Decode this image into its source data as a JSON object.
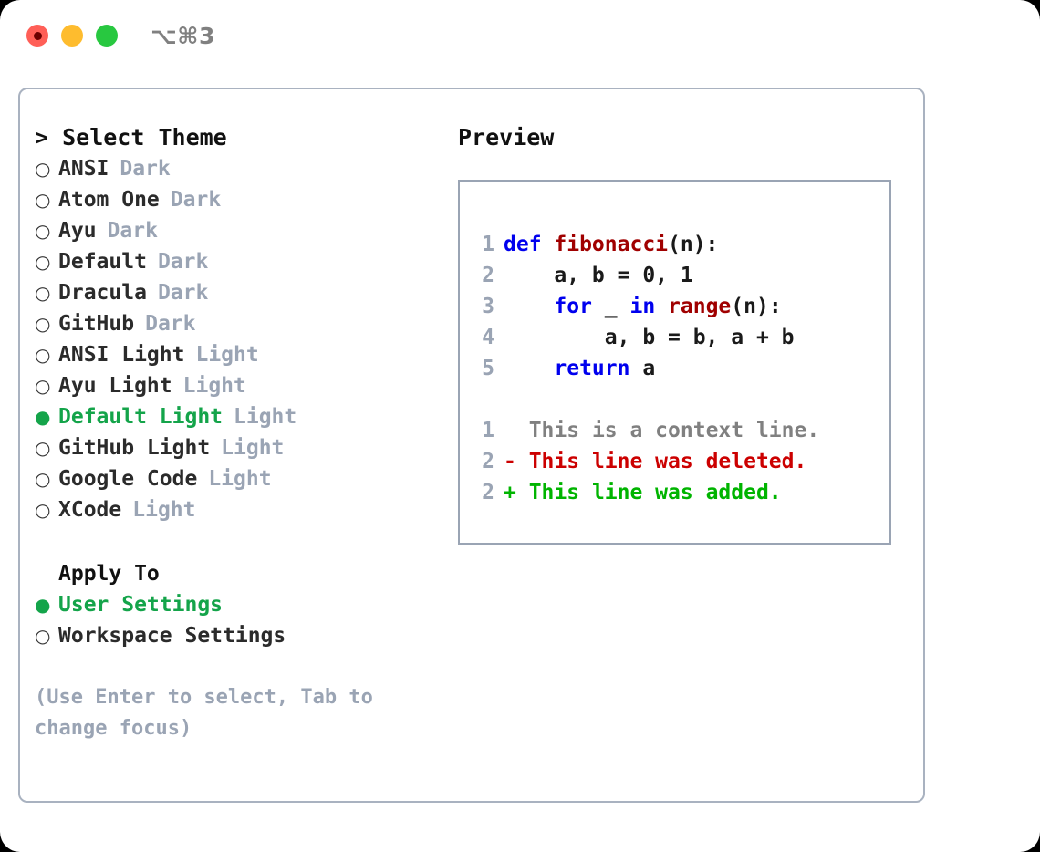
{
  "titlebar": {
    "shortcut": "⌥⌘3",
    "buttons": [
      {
        "name": "close",
        "color": "#ff5f57"
      },
      {
        "name": "minimize",
        "color": "#febc2e"
      },
      {
        "name": "maximize",
        "color": "#28c840"
      }
    ]
  },
  "theme_panel": {
    "header": "> Select Theme",
    "items": [
      {
        "marker": "○",
        "name": "ANSI",
        "tag": "Dark",
        "selected": false
      },
      {
        "marker": "○",
        "name": "Atom One",
        "tag": "Dark",
        "selected": false
      },
      {
        "marker": "○",
        "name": "Ayu",
        "tag": "Dark",
        "selected": false
      },
      {
        "marker": "○",
        "name": "Default",
        "tag": "Dark",
        "selected": false
      },
      {
        "marker": "○",
        "name": "Dracula",
        "tag": "Dark",
        "selected": false
      },
      {
        "marker": "○",
        "name": "GitHub",
        "tag": "Dark",
        "selected": false
      },
      {
        "marker": "○",
        "name": "ANSI Light",
        "tag": "Light",
        "selected": false
      },
      {
        "marker": "○",
        "name": "Ayu Light",
        "tag": "Light",
        "selected": false
      },
      {
        "marker": "●",
        "name": "Default Light",
        "tag": "Light",
        "selected": true
      },
      {
        "marker": "○",
        "name": "GitHub Light",
        "tag": "Light",
        "selected": false
      },
      {
        "marker": "○",
        "name": "Google Code",
        "tag": "Light",
        "selected": false
      },
      {
        "marker": "○",
        "name": "XCode",
        "tag": "Light",
        "selected": false
      }
    ]
  },
  "apply_to": {
    "title": "Apply To",
    "items": [
      {
        "marker": "●",
        "name": "User Settings",
        "selected": true
      },
      {
        "marker": "○",
        "name": "Workspace Settings",
        "selected": false
      }
    ]
  },
  "hint": "(Use Enter to select, Tab to\nchange focus)",
  "preview": {
    "title": "Preview",
    "code_lines": [
      {
        "num": "1",
        "segments": [
          {
            "t": "def ",
            "c": "kw"
          },
          {
            "t": "fibonacci",
            "c": "fn"
          },
          {
            "t": "(n):",
            "c": "pl"
          }
        ]
      },
      {
        "num": "2",
        "segments": [
          {
            "t": "    a, b = 0, 1",
            "c": "pl"
          }
        ]
      },
      {
        "num": "3",
        "segments": [
          {
            "t": "    ",
            "c": "pl"
          },
          {
            "t": "for",
            "c": "kw"
          },
          {
            "t": " _ ",
            "c": "pl"
          },
          {
            "t": "in",
            "c": "kw"
          },
          {
            "t": " ",
            "c": "pl"
          },
          {
            "t": "range",
            "c": "fn"
          },
          {
            "t": "(n):",
            "c": "pl"
          }
        ]
      },
      {
        "num": "4",
        "segments": [
          {
            "t": "        a, b = b, a + b",
            "c": "pl"
          }
        ]
      },
      {
        "num": "5",
        "segments": [
          {
            "t": "    ",
            "c": "pl"
          },
          {
            "t": "return",
            "c": "kw"
          },
          {
            "t": " a",
            "c": "pl"
          }
        ]
      }
    ],
    "diff_lines": [
      {
        "num": "1",
        "marker": "  ",
        "text": "This is a context line.",
        "c": "ctx"
      },
      {
        "num": "2",
        "marker": "- ",
        "text": "This line was deleted.",
        "c": "del"
      },
      {
        "num": "2",
        "marker": "+ ",
        "text": "This line was added.",
        "c": "add"
      }
    ]
  },
  "colors": {
    "accent_green": "#14a44a",
    "muted_tag": "#9aa4b4",
    "border": "#a9b2c0",
    "keyword_blue": "#0000ee",
    "function_red": "#a00000",
    "diff_deleted": "#cc0000",
    "diff_added": "#00b400",
    "context_gray": "#808080"
  }
}
